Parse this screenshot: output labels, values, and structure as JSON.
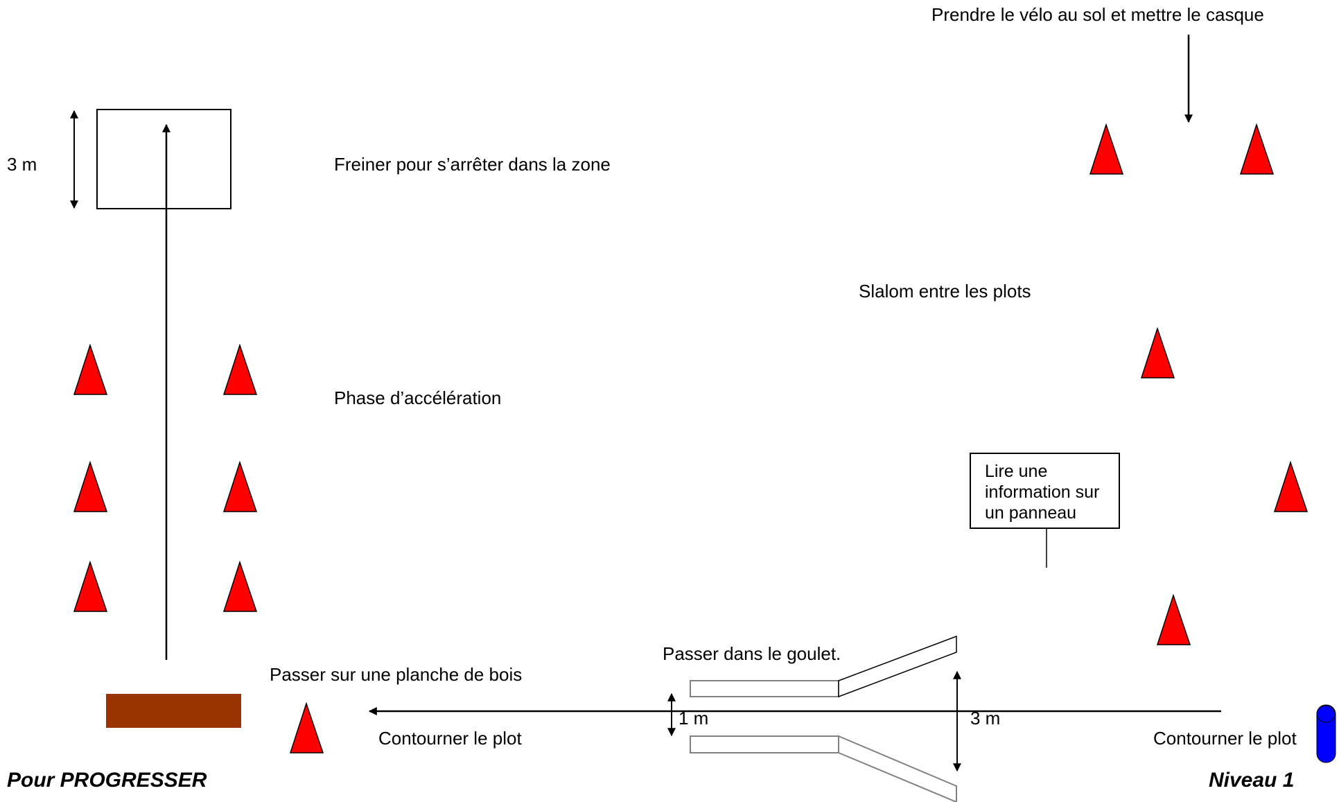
{
  "labels": {
    "start": "Prendre le  vélo au sol et mettre le casque",
    "brake": "Freiner pour s’arrêter dans la zone",
    "brake_dim": "3 m",
    "slalom": "Slalom entre les plots",
    "accel": "Phase d’accélération",
    "plank": "Passer sur une planche de bois",
    "goulet": "Passer dans le goulet.",
    "dim_1m": "1 m",
    "dim_3m": "3 m",
    "around_left": "Contourner le plot",
    "around_right": "Contourner le plot",
    "footer_left": "Pour PROGRESSER",
    "footer_right": "Niveau 1"
  },
  "sign": {
    "line1": "Lire une",
    "line2": "information sur",
    "line3": "un panneau"
  },
  "colors": {
    "cone": "#ff0000",
    "plank": "#993300",
    "post": "#0000ff",
    "goulet_line": "#808080"
  },
  "icons": {
    "cone": "red-cone-icon",
    "post": "blue-post-icon",
    "plank": "wooden-plank"
  }
}
